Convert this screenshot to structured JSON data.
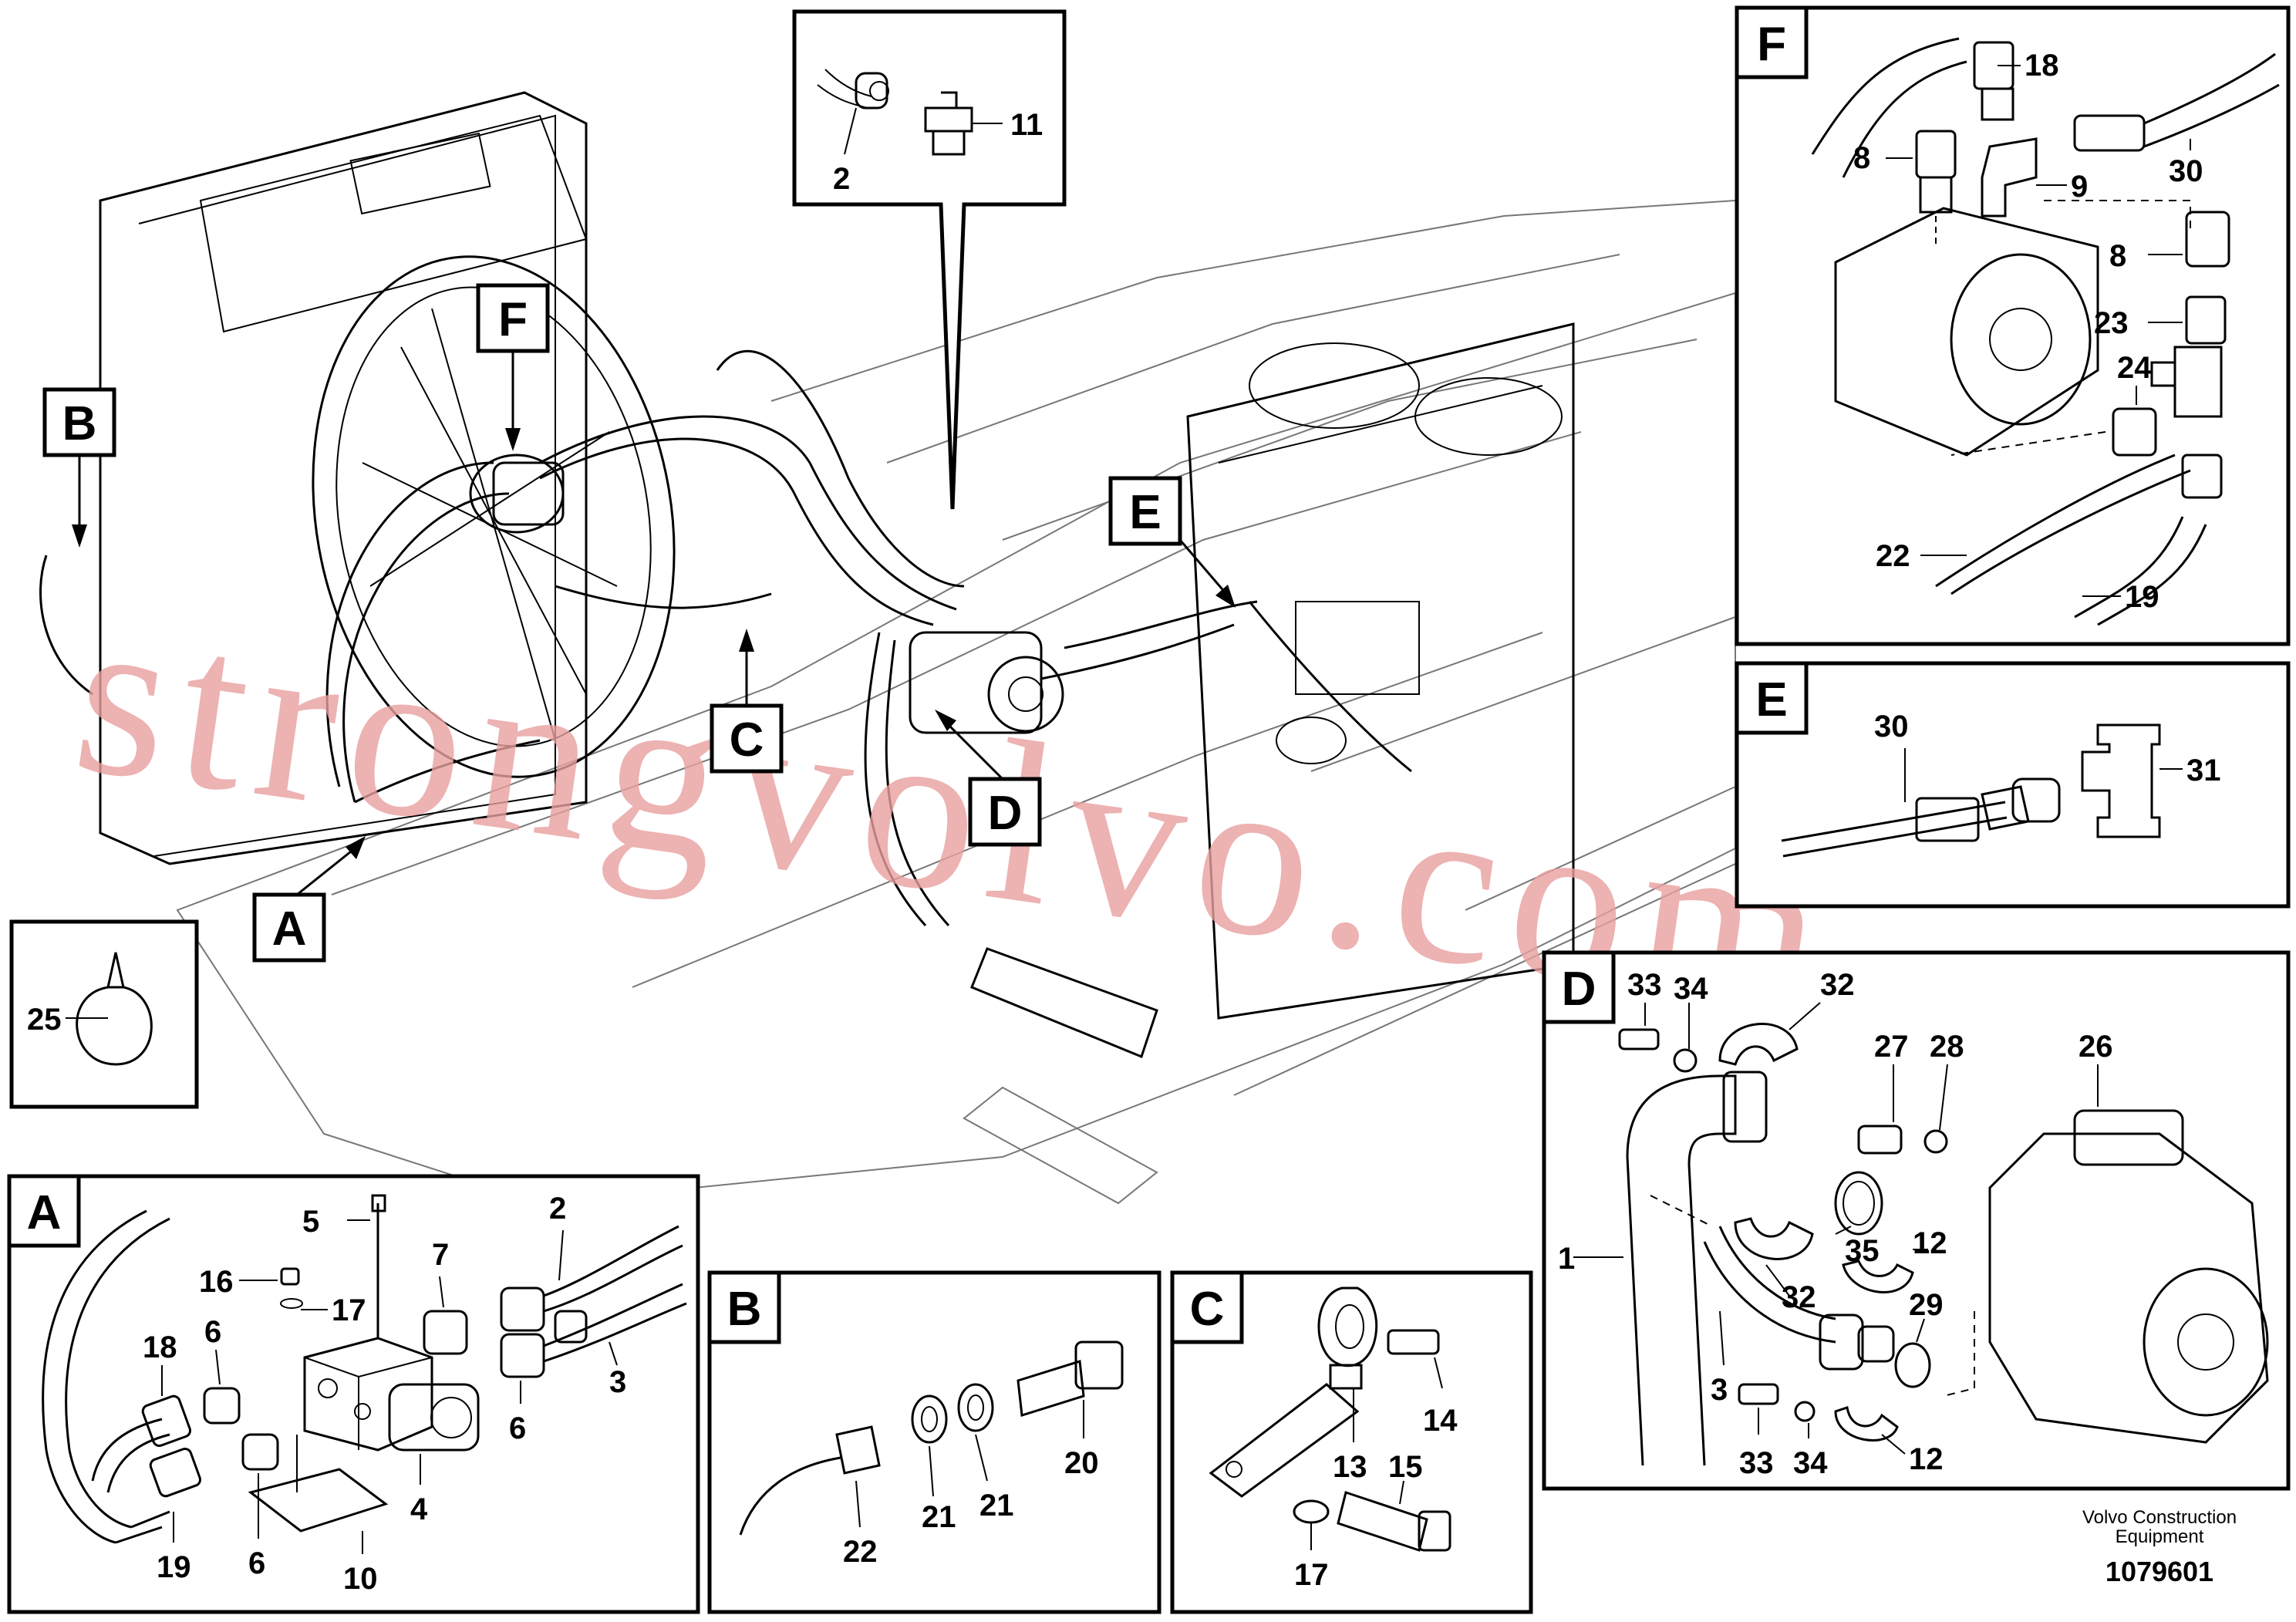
{
  "watermark": "strongvolvo.com",
  "footer": {
    "company_line1": "Volvo Construction",
    "company_line2": "Equipment",
    "drawing_number": "1079601"
  },
  "main_callouts": {
    "A": "A",
    "B": "B",
    "C": "C",
    "D": "D",
    "E": "E",
    "F": "F"
  },
  "detail_top": {
    "n2": "2",
    "n11": "11"
  },
  "detail_25": {
    "n25": "25"
  },
  "panel_F": {
    "title": "F",
    "n18": "18",
    "n8a": "8",
    "n9": "9",
    "n30": "30",
    "n8b": "8",
    "n23": "23",
    "n24": "24",
    "n22": "22",
    "n19": "19"
  },
  "panel_E": {
    "title": "E",
    "n30": "30",
    "n31": "31"
  },
  "panel_D": {
    "title": "D",
    "n33a": "33",
    "n34a": "34",
    "n32a": "32",
    "n27": "27",
    "n28": "28",
    "n26": "26",
    "n1": "1",
    "n35": "35",
    "n12a": "12",
    "n32b": "32",
    "n3": "3",
    "n29": "29",
    "n33b": "33",
    "n34b": "34",
    "n12b": "12"
  },
  "panel_A": {
    "title": "A",
    "n5": "5",
    "n2": "2",
    "n7": "7",
    "n16": "16",
    "n17": "17",
    "n18": "18",
    "n6a": "6",
    "n6b": "6",
    "n3": "3",
    "n4": "4",
    "n19": "19",
    "n6c": "6",
    "n10": "10"
  },
  "panel_B": {
    "title": "B",
    "n22": "22",
    "n21a": "21",
    "n21b": "21",
    "n20": "20"
  },
  "panel_C": {
    "title": "C",
    "n13": "13",
    "n14": "14",
    "n15": "15",
    "n17": "17"
  }
}
